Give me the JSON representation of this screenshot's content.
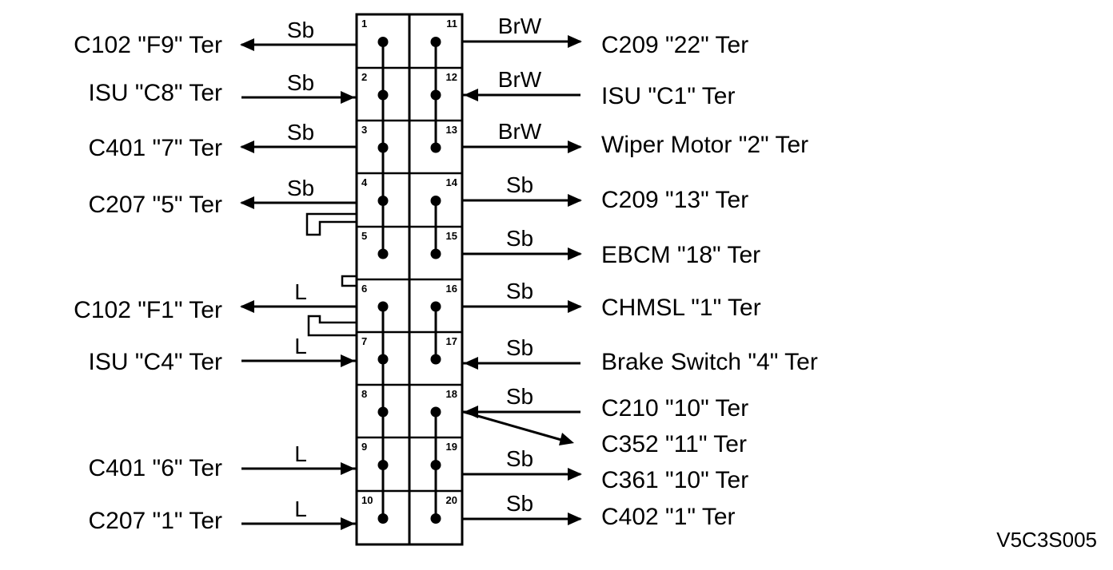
{
  "diagram_code": "V5C3S005",
  "left_rows": [
    {
      "pin": "1",
      "label": "C102 \"F9\" Ter",
      "color": "Sb",
      "dir": "out"
    },
    {
      "pin": "2",
      "label": "ISU \"C8\" Ter",
      "color": "Sb",
      "dir": "in"
    },
    {
      "pin": "3",
      "label": "C401 \"7\" Ter",
      "color": "Sb",
      "dir": "out"
    },
    {
      "pin": "4",
      "label": "C207 \"5\" Ter",
      "color": "Sb",
      "dir": "out"
    },
    {
      "pin": "5",
      "label": "",
      "color": "",
      "dir": ""
    },
    {
      "pin": "6",
      "label": "C102 \"F1\" Ter",
      "color": "L",
      "dir": "out"
    },
    {
      "pin": "7",
      "label": "ISU \"C4\" Ter",
      "color": "L",
      "dir": "in"
    },
    {
      "pin": "8",
      "label": "",
      "color": "",
      "dir": ""
    },
    {
      "pin": "9",
      "label": "C401 \"6\" Ter",
      "color": "L",
      "dir": "in"
    },
    {
      "pin": "10",
      "label": "C207 \"1\" Ter",
      "color": "L",
      "dir": "in"
    }
  ],
  "right_rows": [
    {
      "pin": "11",
      "label": "C209 \"22\" Ter",
      "color": "BrW",
      "dir": "out"
    },
    {
      "pin": "12",
      "label": "ISU \"C1\" Ter",
      "color": "BrW",
      "dir": "in"
    },
    {
      "pin": "13",
      "label": "Wiper Motor \"2\" Ter",
      "color": "BrW",
      "dir": "out"
    },
    {
      "pin": "14",
      "label": "C209 \"13\" Ter",
      "color": "Sb",
      "dir": "out"
    },
    {
      "pin": "15",
      "label": "EBCM \"18\" Ter",
      "color": "Sb",
      "dir": "out"
    },
    {
      "pin": "16",
      "label": "CHMSL \"1\" Ter",
      "color": "Sb",
      "dir": "out"
    },
    {
      "pin": "17",
      "label": "Brake Switch \"4\" Ter",
      "color": "Sb",
      "dir": "in"
    },
    {
      "pin": "18",
      "label": "C210 \"10\" Ter",
      "color": "Sb",
      "dir": "in"
    },
    {
      "pin": "19",
      "label": "C361 \"10\" Ter",
      "color": "Sb",
      "dir": "out"
    },
    {
      "pin": "20",
      "label": "C402 \"1\" Ter",
      "color": "Sb",
      "dir": "out"
    }
  ],
  "extra_right": {
    "label": "C352 \"11\" Ter",
    "dir": "out"
  }
}
